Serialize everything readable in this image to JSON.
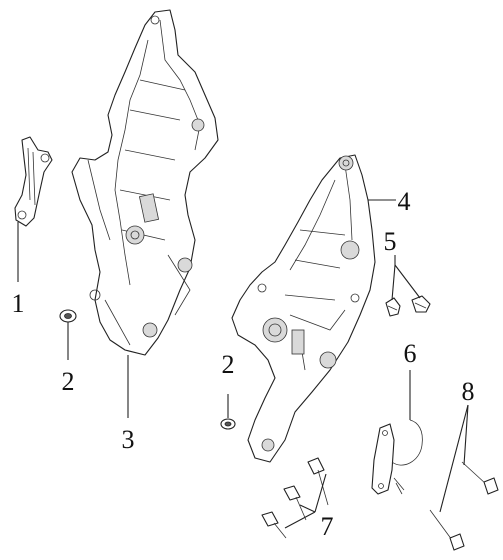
{
  "callouts": [
    {
      "id": "1",
      "label": "1"
    },
    {
      "id": "2a",
      "label": "2"
    },
    {
      "id": "3",
      "label": "3"
    },
    {
      "id": "2b",
      "label": "2"
    },
    {
      "id": "4",
      "label": "4"
    },
    {
      "id": "5",
      "label": "5"
    },
    {
      "id": "6",
      "label": "6"
    },
    {
      "id": "7",
      "label": "7"
    },
    {
      "id": "8",
      "label": "8"
    }
  ]
}
